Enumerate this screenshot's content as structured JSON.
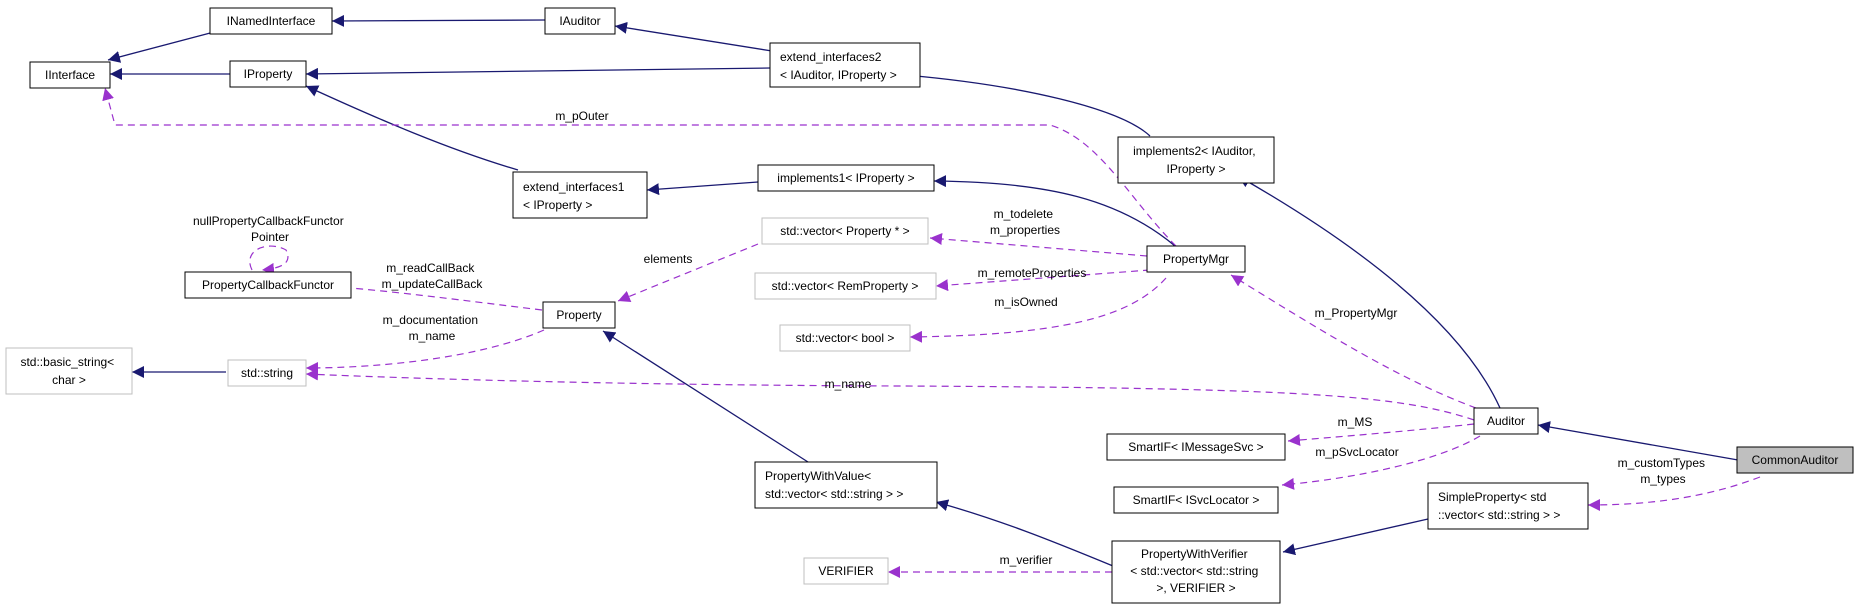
{
  "colors": {
    "inheritance": "#191970",
    "usage": "#9a32cd",
    "highlight_fill": "#bfbfbf",
    "external_border": "#bfbfbf"
  },
  "nodes": {
    "iinterface": [
      "IInterface"
    ],
    "inamed": [
      "INamedInterface"
    ],
    "iauditor": [
      "IAuditor"
    ],
    "iproperty": [
      "IProperty"
    ],
    "ext2": [
      "extend_interfaces2",
      "< IAuditor, IProperty >"
    ],
    "impl2": [
      "implements2< IAuditor,",
      "IProperty >"
    ],
    "ext1": [
      "extend_interfaces1",
      "< IProperty >"
    ],
    "impl1": [
      "implements1< IProperty >"
    ],
    "nullcb": [
      "nullPropertyCallbackFunctor",
      "Pointer"
    ],
    "pcf": [
      "PropertyCallbackFunctor"
    ],
    "vecprop": [
      "std::vector< Property * >"
    ],
    "vecrem": [
      "std::vector< RemProperty >"
    ],
    "vecbool": [
      "std::vector< bool >"
    ],
    "property": [
      "Property"
    ],
    "pmgr": [
      "PropertyMgr"
    ],
    "basicstr": [
      "std::basic_string<",
      "char >"
    ],
    "stdstring": [
      "std::string"
    ],
    "auditor": [
      "Auditor"
    ],
    "common": [
      "CommonAuditor"
    ],
    "smsvc": [
      "SmartIF< IMessageSvc >"
    ],
    "sloc": [
      "SmartIF< ISvcLocator >"
    ],
    "pwv": [
      "PropertyWithValue<",
      "std::vector< std::string > >"
    ],
    "simple": [
      "SimpleProperty< std",
      "::vector< std::string > >"
    ],
    "verifier": [
      "VERIFIER"
    ],
    "pwver": [
      "PropertyWithVerifier",
      "< std::vector< std::string",
      ">, VERIFIER >"
    ]
  },
  "edge_labels": {
    "pouter": [
      "m_pOuter"
    ],
    "elements": [
      "elements"
    ],
    "todelete": [
      "m_todelete",
      "m_properties"
    ],
    "remote": [
      "m_remoteProperties"
    ],
    "isowned": [
      "m_isOwned"
    ],
    "callbacks": [
      "m_readCallBack",
      "m_updateCallBack"
    ],
    "docname": [
      "m_documentation",
      "m_name"
    ],
    "name": [
      "m_name"
    ],
    "pmgr": [
      "m_PropertyMgr"
    ],
    "ms": [
      "m_MS"
    ],
    "svcloc": [
      "m_pSvcLocator"
    ],
    "types": [
      "m_customTypes",
      "m_types"
    ],
    "verifier": [
      "m_verifier"
    ]
  }
}
